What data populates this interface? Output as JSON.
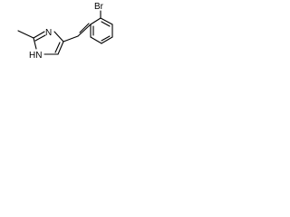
{
  "molecule": {
    "atoms": {
      "br": "Br",
      "n_ring": "N",
      "nh": "HN"
    }
  }
}
